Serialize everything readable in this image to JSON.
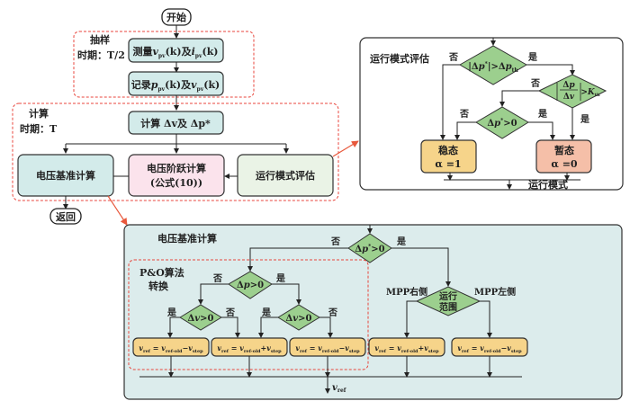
{
  "colors": {
    "teal_box": "#d3ebea",
    "pink_box": "#fbe3ec",
    "green_box": "#eaf3e6",
    "orange_box": "#f6d48a",
    "salmon_box": "#f5bfa8",
    "diamond": "#9ccf8e",
    "panel_bg": "#dcecec",
    "dashed_red": "#e8463c",
    "arrow_red": "#e8583c",
    "border": "#333333"
  },
  "main": {
    "start": "开始",
    "return": "返回",
    "sampling_group": {
      "label": "抽样",
      "period": "时期：T/2"
    },
    "measure": {
      "prefix": "测量",
      "expr": "v_pv(k)及i_pv(k)"
    },
    "record": {
      "prefix": "记录",
      "expr": "p_pv(k)及v_pv(k)"
    },
    "calc_group": {
      "label": "计算",
      "period": "时期：T"
    },
    "compute": "计算 Δv及 Δp*",
    "voltage_ref": "电压基准计算",
    "voltage_step": {
      "line1": "电压阶跃计算",
      "line2": "(公式(10))"
    },
    "mode_eval": "运行模式评估"
  },
  "mode_panel": {
    "title": "运行模式评估",
    "d1": "|Δp*|>Δp_th",
    "d2": "|Δp/Δv|>K_th",
    "d3": "Δp*>0",
    "no": "否",
    "yes": "是",
    "steady": {
      "line1": "稳态",
      "line2": "α =1"
    },
    "transient": {
      "line1": "暂态",
      "line2": "α =0"
    },
    "output": "运行模式"
  },
  "vref_panel": {
    "title": "电压基准计算",
    "top_decision": "Δp*>0",
    "po_group": {
      "line1": "P&O算法",
      "line2": "转换"
    },
    "dp": "Δp>0",
    "dv_left": "Δv>0",
    "dv_right": "Δv>0",
    "range": {
      "line1": "运行",
      "line2": "范围"
    },
    "mpp_right": "MPP右侧",
    "mpp_left": "MPP左侧",
    "no": "否",
    "yes": "是",
    "formulas": [
      "v_ref = v_ref-old − v_step",
      "v_ref = v_ref-old + v_step",
      "v_ref = v_ref-old − v_step",
      "v_ref = v_ref-old + v_step",
      "v_ref = v_ref-old − v_step"
    ],
    "output": "v_ref"
  }
}
